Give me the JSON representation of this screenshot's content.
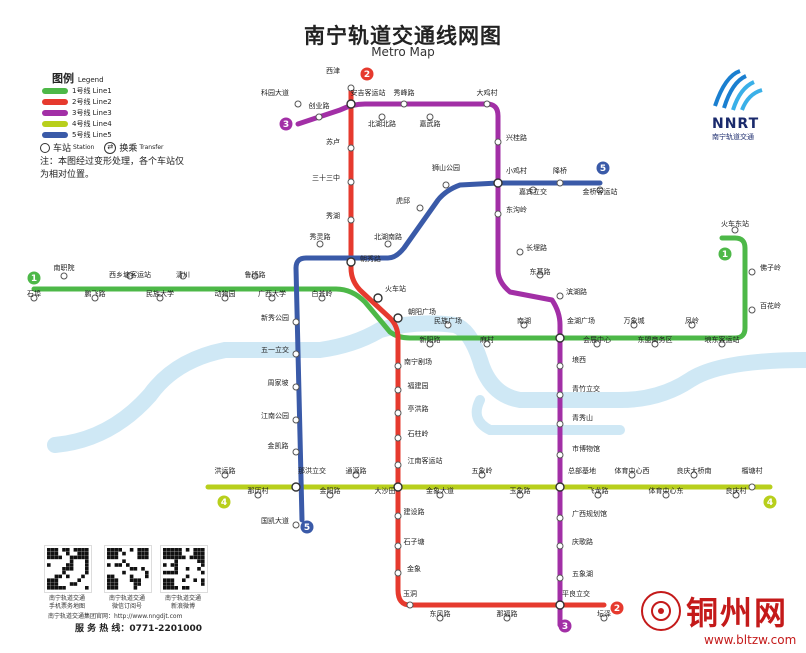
{
  "header": {
    "title": "南宁轨道交通线网图",
    "subtitle": "Metro Map"
  },
  "legend": {
    "title": "图例",
    "title_en": "Legend",
    "lines": [
      {
        "label": "1号线 Line1",
        "color": "#4db848"
      },
      {
        "label": "2号线 Line2",
        "color": "#e63a2e"
      },
      {
        "label": "3号线 Line3",
        "color": "#a22fa6"
      },
      {
        "label": "4号线 Line4",
        "color": "#b8cf1c"
      },
      {
        "label": "5号线 Line5",
        "color": "#3a5aa8"
      }
    ],
    "station": "车站",
    "station_en": "Station",
    "transfer": "换乘",
    "transfer_en": "Transfer"
  },
  "note": "注：本图经过变形处理，各个车站仅为相对位置。",
  "logo": {
    "name": "NNRT",
    "sub": "南宁轨道交通"
  },
  "qr_codes": [
    {
      "icon": "qr-code-icon",
      "label": "南宁轨道交通\n手机票务地图"
    },
    {
      "icon": "qr-code-icon",
      "label": "南宁轨道交通\n微信订阅号"
    },
    {
      "icon": "qr-code-icon",
      "label": "南宁轨道交通\n新浪微博"
    }
  ],
  "footer": {
    "website": "南宁轨道交通集团官网：http://www.nngdjt.com",
    "hotline": "服 务 热 线：0771-2201000"
  },
  "watermark": {
    "text": "铜州网",
    "url": "www.bltzw.com"
  },
  "colors": {
    "line1": "#4db848",
    "line2": "#e63a2e",
    "line3": "#a22fa6",
    "line4": "#b8cf1c",
    "line5": "#3a5aa8",
    "river": "#cfe8f5"
  },
  "line_badges": [
    {
      "line": "1",
      "color": "#4db848"
    },
    {
      "line": "1",
      "color": "#4db848"
    },
    {
      "line": "2",
      "color": "#e63a2e"
    },
    {
      "line": "2",
      "color": "#e63a2e"
    },
    {
      "line": "3",
      "color": "#a22fa6"
    },
    {
      "line": "3",
      "color": "#a22fa6"
    },
    {
      "line": "4",
      "color": "#b8cf1c"
    },
    {
      "line": "4",
      "color": "#b8cf1c"
    },
    {
      "line": "5",
      "color": "#3a5aa8"
    },
    {
      "line": "5",
      "color": "#3a5aa8"
    }
  ],
  "stations": [
    "西津",
    "安吉客运站",
    "秀峰路",
    "大鸡村",
    "科园大道",
    "创业路",
    "北湖北路",
    "嘉武路",
    "兴桂路",
    "苏卢",
    "小鸡村",
    "降桥",
    "三十三中",
    "狮山公园",
    "嘉宾立交",
    "金桥客运站",
    "虎邱",
    "东沟岭",
    "秀湖",
    "北湖南路",
    "长堽路",
    "秀灵路",
    "朝秀路",
    "东葛路",
    "火车东站",
    "南职院",
    "西乡塘客运站",
    "清川",
    "鲁班路",
    "滨湖路",
    "佛子岭",
    "石埠",
    "鹏飞路",
    "民族大学",
    "动物园",
    "广西大学",
    "白苍岭",
    "火车站",
    "朝阳广场",
    "民族广场",
    "南湖",
    "金湖广场",
    "万象城",
    "凤岭",
    "百花岭",
    "新秀公园",
    "新阳路",
    "麻村",
    "会展中心",
    "东盟商务区",
    "埌东客运站",
    "五一立交",
    "南宁剧场",
    "埌西",
    "周家坡",
    "福建园",
    "青竹立交",
    "亭洪路",
    "青秀山",
    "江南公园",
    "石柱岭",
    "金凯路",
    "江南客运站",
    "市博物馆",
    "那洪立交",
    "通源路",
    "五象岭",
    "总部基地",
    "体育中心西",
    "良庆大桥南",
    "榴塘村",
    "洪运路",
    "那历村",
    "金阳路",
    "大沙田",
    "金象大道",
    "玉象路",
    "飞龙路",
    "体育中心东",
    "良庆村",
    "国凯大道",
    "建设路",
    "广西规划馆",
    "石子塘",
    "庆歌路",
    "金象",
    "五象湖",
    "平良立交",
    "玉洞",
    "东风路",
    "那福路",
    "坛泽"
  ]
}
